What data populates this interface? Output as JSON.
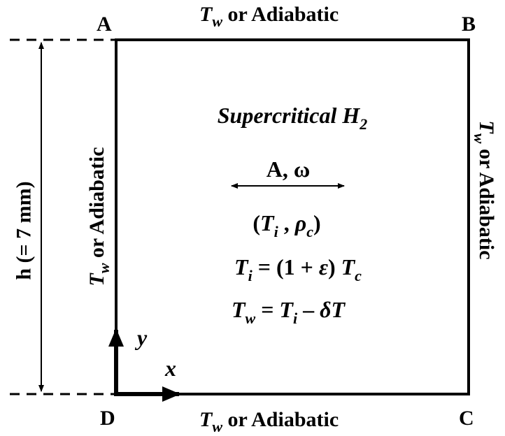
{
  "corners": {
    "top_left": "A",
    "top_right": "B",
    "bottom_right": "C",
    "bottom_left": "D"
  },
  "boundaries": {
    "top": {
      "symbol": "T",
      "subscript": "w",
      "text": " or Adiabatic"
    },
    "bottom": {
      "symbol": "T",
      "subscript": "w",
      "text": " or Adiabatic"
    },
    "left": {
      "symbol": "T",
      "subscript": "w",
      "text": " or Adiabatic"
    },
    "right": {
      "symbol": "T",
      "subscript": "w",
      "text": " or Adiabatic"
    }
  },
  "height_label": "h (= 7 mm)",
  "axes": {
    "x": "x",
    "y": "y"
  },
  "fluid": {
    "text": "Supercritical H",
    "subscript": "2"
  },
  "vibration": "A, ω",
  "initial_state": {
    "open": "(",
    "t": "T",
    "t_sub": "i",
    "sep": " , ",
    "rho": "ρ",
    "rho_sub": "c",
    "close": ")"
  },
  "eq1": {
    "t": "T",
    "t_sub": "i",
    "rest": " = (1 + ",
    "eps": "ε",
    "close": ") ",
    "tc": "T",
    "tc_sub": "c"
  },
  "eq2": {
    "tw": "T",
    "tw_sub": "w",
    "eq": " = ",
    "ti": "T",
    "ti_sub": "i",
    "minus": " – ",
    "delta": "δT"
  },
  "colors": {
    "line": "#000000",
    "background": "#ffffff"
  }
}
